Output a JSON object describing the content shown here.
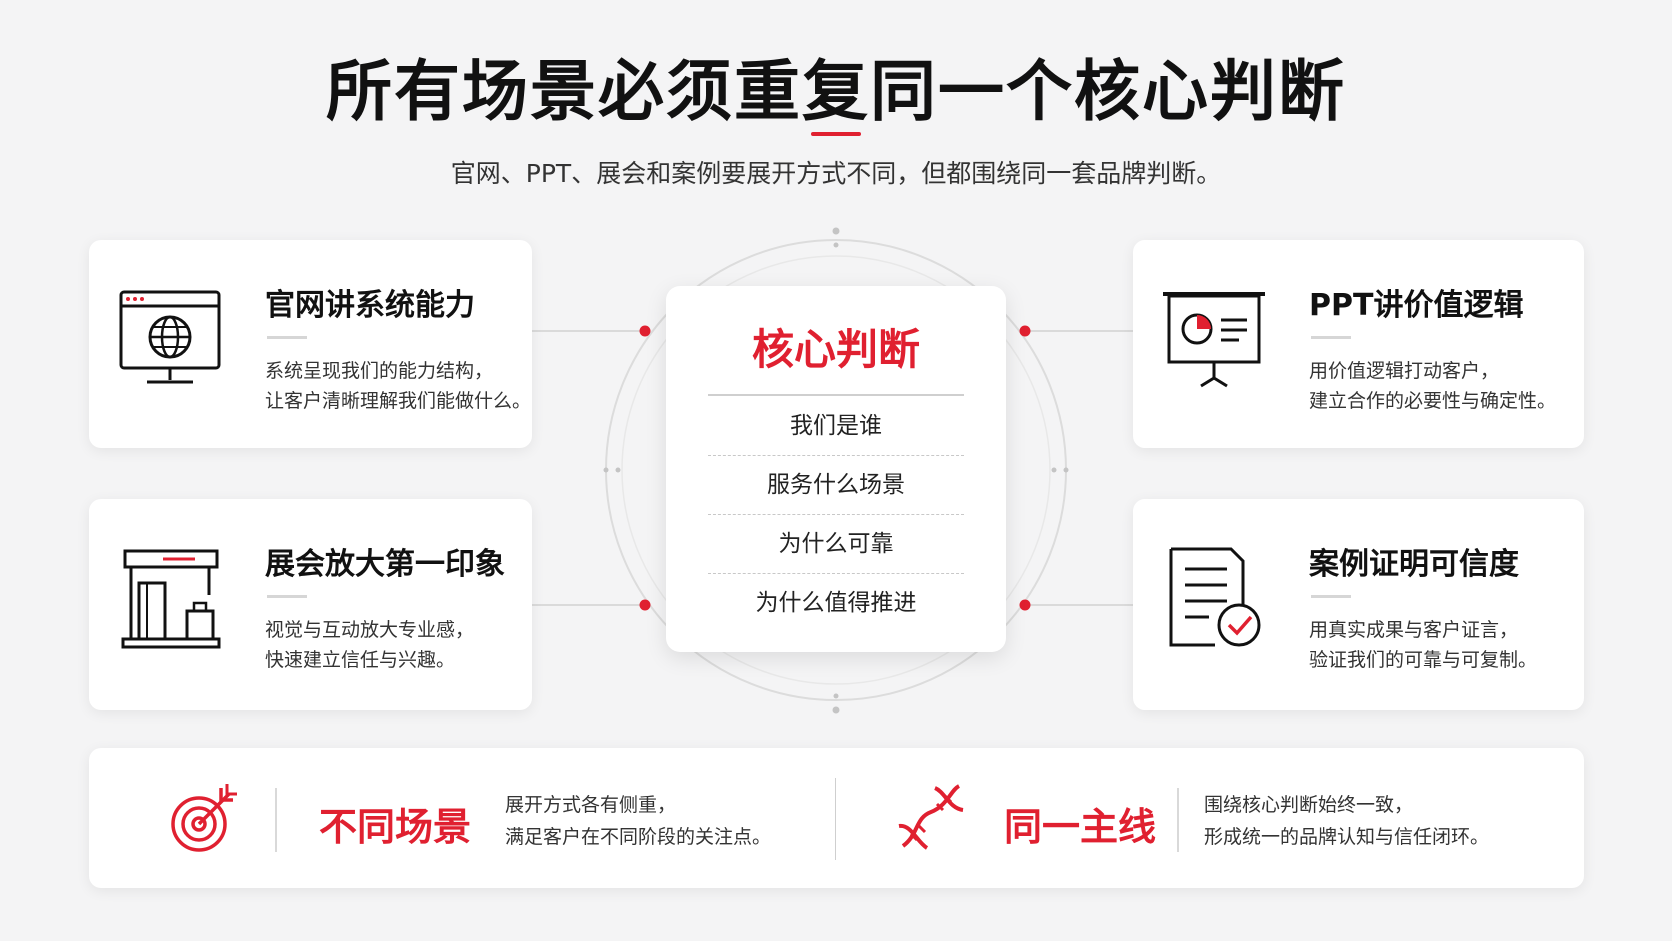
{
  "title": "所有场景必须重复同一个核心判断",
  "subtitle": "官网、PPT、展会和案例要展开方式不同，但都围绕同一套品牌判断。",
  "accent_color": "#e02030",
  "cards": {
    "web": {
      "icon": "web-browser-globe-icon",
      "title": "官网讲系统能力",
      "line1": "系统呈现我们的能力结构，",
      "line2": "让客户清晰理解我们能做什么。"
    },
    "expo": {
      "icon": "exhibition-booth-icon",
      "title": "展会放大第一印象",
      "line1": "视觉与互动放大专业感，",
      "line2": "快速建立信任与兴趣。"
    },
    "ppt": {
      "icon": "presentation-board-icon",
      "title": "PPT讲价值逻辑",
      "line1": "用价值逻辑打动客户，",
      "line2": "建立合作的必要性与确定性。"
    },
    "case": {
      "icon": "document-check-icon",
      "title": "案例证明可信度",
      "line1": "用真实成果与客户证言，",
      "line2": "验证我们的可靠与可复制。"
    }
  },
  "core": {
    "title": "核心判断",
    "items": [
      "我们是谁",
      "服务什么场景",
      "为什么可靠",
      "为什么值得推进"
    ]
  },
  "bottom": {
    "left": {
      "icon": "target-arrow-icon",
      "title": "不同场景",
      "line1": "展开方式各有侧重，",
      "line2": "满足客户在不同阶段的关注点。"
    },
    "right": {
      "icon": "dna-helix-icon",
      "title": "同一主线",
      "line1": "围绕核心判断始终一致，",
      "line2": "形成统一的品牌认知与信任闭环。"
    }
  }
}
